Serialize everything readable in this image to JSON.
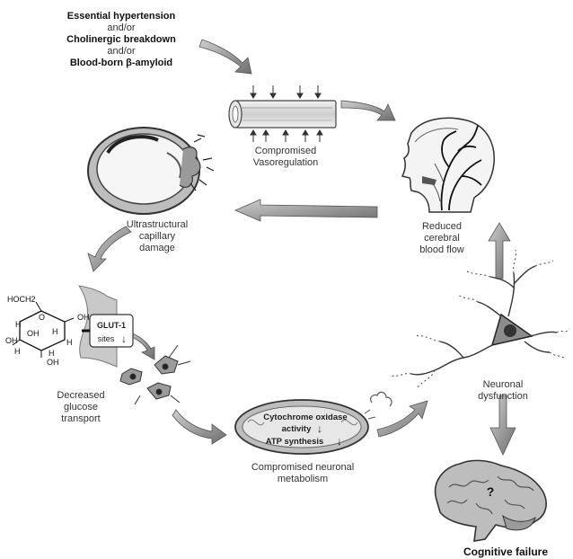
{
  "risk_factors": {
    "line1": "Essential hypertension",
    "andor1": "and/or",
    "line2": "Cholinergic breakdown",
    "andor2": "and/or",
    "line3": "Blood-born β-amyloid"
  },
  "vasoregulation": {
    "line1": "Compromised",
    "line2": "Vasoregulation"
  },
  "blood_flow": {
    "line1": "Reduced",
    "line2": "cerebral",
    "line3": "blood flow"
  },
  "capillary": {
    "line1": "Ultrastructural",
    "line2": "capillary",
    "line3": "damage"
  },
  "glucose": {
    "line1": "Decreased",
    "line2": "glucose",
    "line3": "transport"
  },
  "glut": {
    "line1": "GLUT-1",
    "line2": "sites",
    "arrow": "↓"
  },
  "molecule": {
    "hoch2": "HOCH2",
    "h1": "H",
    "h2": "H",
    "h3": "H",
    "h4": "H",
    "h5": "H",
    "oh1": "OH",
    "oh2": "OH",
    "oh3": "OH",
    "oh4": "OH",
    "o": "O"
  },
  "mitochondrion": {
    "cyto1": "Cytochrome oxidase",
    "cyto2": "activity",
    "atp": "ATP synthesis",
    "down": "↓"
  },
  "metabolism": {
    "line1": "Compromised neuronal",
    "line2": "metabolism"
  },
  "neuronal": {
    "line1": "Neuronal",
    "line2": "dysfunction"
  },
  "cognitive": {
    "label": "Cognitive failure",
    "question": "?"
  }
}
